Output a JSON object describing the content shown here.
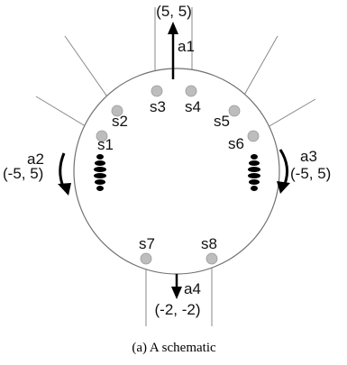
{
  "figure": {
    "caption": "(a) A schematic",
    "colors": {
      "sensor": "#bdbdbd",
      "outline": "#707070",
      "ray": "#8a8a8a",
      "arrow": "#000000",
      "ellipse": "#000000",
      "text": "#111111"
    },
    "actions": [
      {
        "name": "a1",
        "vector": "(5, 5)",
        "direction": "up"
      },
      {
        "name": "a2",
        "vector": "(-5, 5)",
        "direction": "counter-clockwise"
      },
      {
        "name": "a3",
        "vector": "(-5, 5)",
        "direction": "clockwise"
      },
      {
        "name": "a4",
        "vector": "(-2, -2)",
        "direction": "down"
      }
    ],
    "sensors": [
      {
        "name": "s1"
      },
      {
        "name": "s2"
      },
      {
        "name": "s3"
      },
      {
        "name": "s4"
      },
      {
        "name": "s5"
      },
      {
        "name": "s6"
      },
      {
        "name": "s7"
      },
      {
        "name": "s8"
      }
    ]
  }
}
